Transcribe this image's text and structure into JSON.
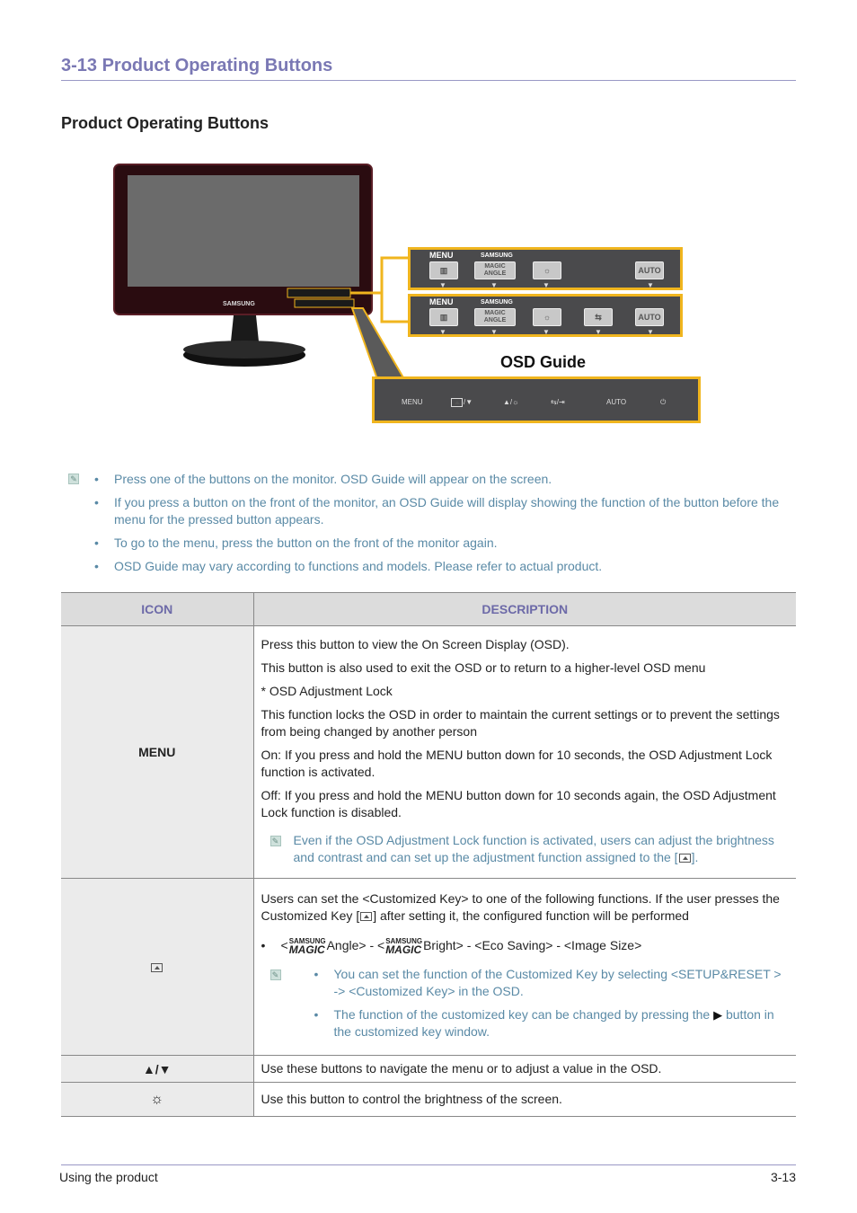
{
  "header": {
    "section_title": "3-13   Product Operating Buttons",
    "sub_title": "Product Operating Buttons"
  },
  "figure": {
    "brand": "SAMSUNG",
    "panel_top": {
      "menu": "MENU",
      "magic_top": "SAMSUNG",
      "magic_mid": "MAGIC",
      "magic_bottom": "ANGLE",
      "auto": "AUTO"
    },
    "panel_bottom": {
      "menu": "MENU",
      "magic_top": "SAMSUNG",
      "magic_mid": "MAGIC",
      "magic_bottom": "ANGLE",
      "auto": "AUTO"
    },
    "osd_title": "OSD Guide",
    "osd_labels": {
      "menu": "MENU",
      "custom": "/▼",
      "up": "▲/",
      "source": "/",
      "auto": "AUTO",
      "power": "⏻"
    }
  },
  "notes": [
    "Press one of the buttons on the monitor. OSD Guide will appear on the screen.",
    "If you press a button on the front of the monitor, an OSD Guide will display showing the function of the button before the menu for the pressed button appears.",
    "To go to the menu, press the button on the front of the monitor again.",
    "OSD Guide may vary according to functions and models. Please refer to actual product."
  ],
  "table": {
    "headers": {
      "icon": "ICON",
      "description": "DESCRIPTION"
    },
    "menu_row": {
      "icon": "MENU",
      "p1": "Press this button to view the On Screen Display (OSD).",
      "p2": "This button is also used to exit the OSD or to return to a higher-level OSD menu",
      "p3": "* OSD Adjustment Lock",
      "p4": "This function locks the OSD in order to maintain the current settings or to prevent the settings from being changed by another person",
      "p5": "On: If you press and hold the MENU button down for 10 seconds, the OSD Adjustment Lock function is activated.",
      "p6": "Off: If you press and hold the MENU button down for 10 seconds again, the OSD Adjustment Lock function is disabled.",
      "note_a": "Even if the OSD Adjustment Lock function is activated, users can adjust the brightness and contrast and can set up the adjustment function assigned to the [",
      "note_b": "]."
    },
    "custom_row": {
      "p1a": "Users can set the <Customized Key> to one of the following functions. If the user presses the Customized Key [",
      "p1b": "] after setting it, the configured function will be performed",
      "magic_small": "SAMSUNG",
      "magic_big": "MAGIC",
      "opt_a": "<",
      "opt_b": "Angle> - <",
      "opt_c": "Bright> - <Eco Saving> - <Image Size>",
      "note1": "You can set the function of the Customized Key by selecting <SETUP&RESET > -> <Customized Key> in the OSD.",
      "note2a": "The function of the customized key can be changed by pressing the",
      "note2b": "button in the customized key window."
    },
    "nav_row": {
      "icon": "▲/▼",
      "desc": "Use these buttons to navigate the menu or to adjust a value in the OSD."
    },
    "bright_row": {
      "icon": "☼",
      "desc": "Use this button to control the brightness of the screen."
    }
  },
  "footer": {
    "left": "Using the product",
    "right": "3-13"
  }
}
